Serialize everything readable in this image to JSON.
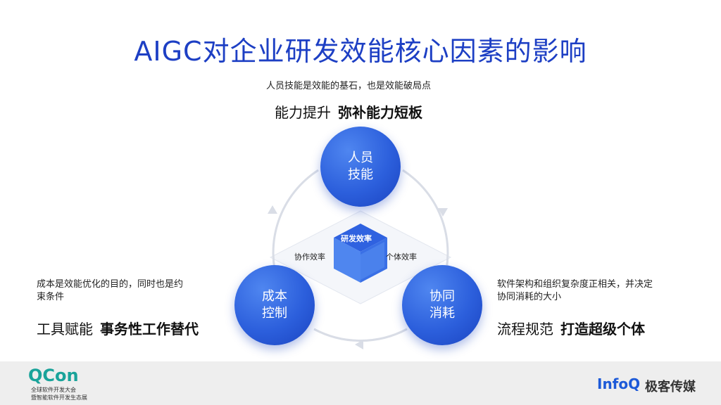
{
  "title": "AIGC对企业研发效能核心因素的影响",
  "top": {
    "note": "人员技能是效能的基石，也是效能破局点",
    "tag_light": "能力提升",
    "tag_bold": "弥补能力短板"
  },
  "left": {
    "note_line1": "成本是效能优化的目的，同时也是约",
    "note_line2": "束条件",
    "tag_light": "工具赋能",
    "tag_bold": "事务性工作替代"
  },
  "right": {
    "note_line1": "软件架构和组织复杂度正相关，并决定",
    "note_line2": "协同消耗的大小",
    "tag_light": "流程规范",
    "tag_bold": "打造超级个体"
  },
  "circles": {
    "people": {
      "line1": "人员",
      "line2": "技能"
    },
    "cost": {
      "line1": "成本",
      "line2": "控制"
    },
    "collab": {
      "line1": "协同",
      "line2": "消耗"
    }
  },
  "cube": {
    "top_label": "研发效率",
    "left_label": "协作效率",
    "right_label": "个体效率"
  },
  "footer": {
    "qcon": "QCon",
    "qcon_sub1": "全球软件开发大会",
    "qcon_sub2": "暨智能软件开发生态展",
    "infoq": "InfoQ",
    "infoq_cn": "极客传媒"
  },
  "colors": {
    "title": "#1d3fc4",
    "circle": "#2c5fdc",
    "cube_top": "#2f62e0",
    "qcon": "#1aa39a",
    "infoq": "#1d5ad8"
  }
}
